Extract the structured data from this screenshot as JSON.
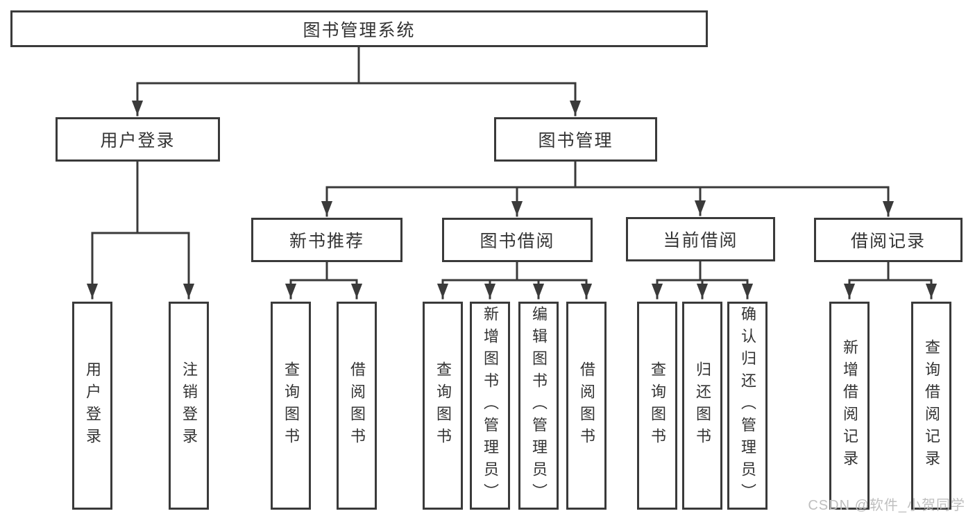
{
  "diagram": {
    "root": "图书管理系统",
    "level2": {
      "user_login": "用户登录",
      "book_mgmt": "图书管理"
    },
    "user_login_children": [
      "用户登录",
      "注销登录"
    ],
    "modules": [
      {
        "label": "新书推荐",
        "children": [
          "查询图书",
          "借阅图书"
        ]
      },
      {
        "label": "图书借阅",
        "children": [
          "查询图书",
          "新增图书（管理员）",
          "编辑图书（管理员）",
          "借阅图书"
        ]
      },
      {
        "label": "当前借阅",
        "children": [
          "查询图书",
          "归还图书",
          "确认归还（管理员）"
        ]
      },
      {
        "label": "借阅记录",
        "children": [
          "新增借阅记录",
          "查询借阅记录"
        ]
      }
    ]
  },
  "watermark": "CSDN @软件_小贺同学",
  "colors": {
    "line": "#3a3a3a",
    "box_border": "#3a3a3a",
    "text": "#333333",
    "watermark": "#bfbfbf",
    "background": "#ffffff"
  }
}
